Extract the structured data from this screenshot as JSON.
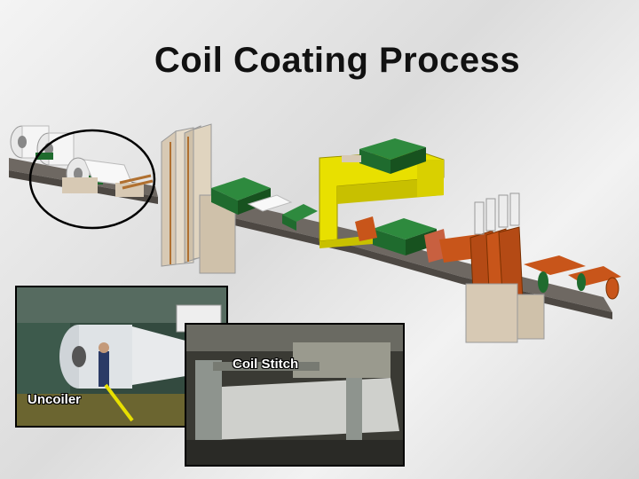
{
  "title": "Coil Coating Process",
  "photos": {
    "uncoiler_caption": "Uncoiler",
    "stitch_caption": "Coil Stitch"
  },
  "colors": {
    "machine_green": "#1f6b2e",
    "accumulator_yellow": "#e8e000",
    "oven_orange": "#c8551a",
    "strip_base": "#6e6862",
    "frame_beige": "#d7c9b4",
    "highlight_circle": "#000000"
  }
}
